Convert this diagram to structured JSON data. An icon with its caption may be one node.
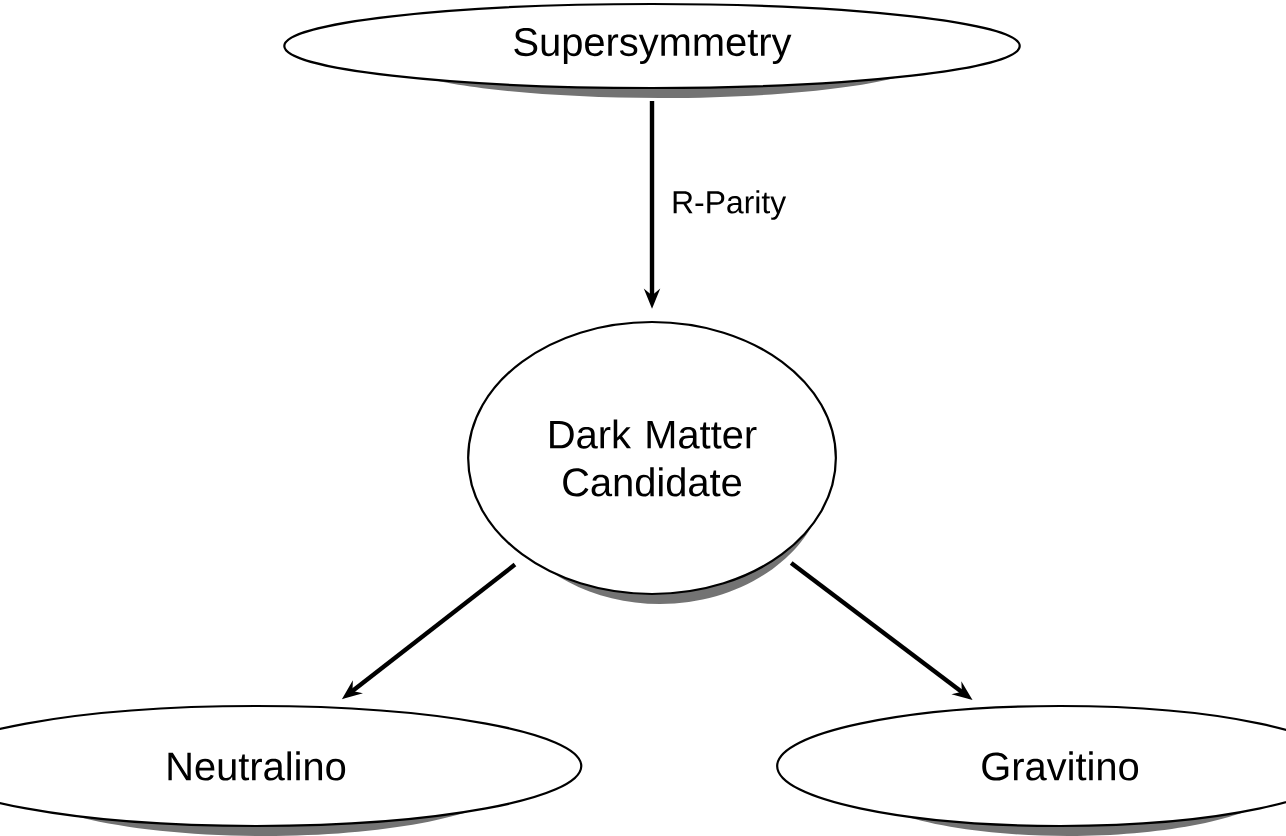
{
  "diagram": {
    "nodes": [
      {
        "text": [
          "Supersymmetry"
        ]
      },
      {
        "text": [
          "Dark Matter Candidate"
        ]
      },
      {
        "text": [
          "Neutralino"
        ]
      },
      {
        "text": [
          "Gravitino"
        ]
      }
    ],
    "edges": [
      {
        "from": 0,
        "to": 1,
        "arrow": "to",
        "label": "R-Parity"
      },
      {
        "from": 1,
        "to": 2,
        "arrow": "to"
      },
      {
        "from": 1,
        "to": 3,
        "arrow": "to"
      }
    ]
  }
}
